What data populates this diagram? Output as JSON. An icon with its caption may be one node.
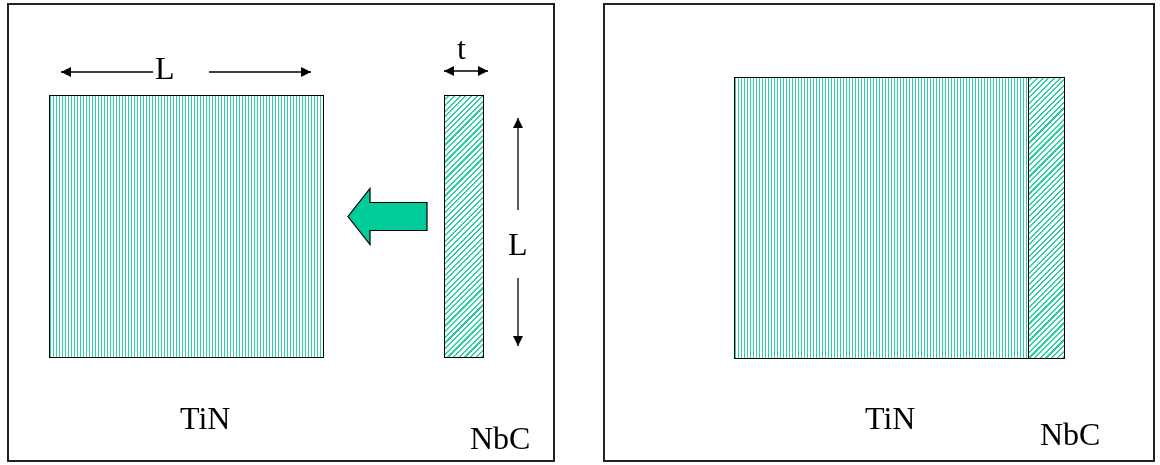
{
  "diagram": {
    "nodes": [
      {
        "text": [],
        "shape": "box"
      },
      {
        "text": [],
        "shape": "box",
        "in": 0,
        "beside": [
          "TiN"
        ]
      },
      {
        "text": [],
        "shape": "bar",
        "in": 0,
        "beside": [
          "NbC"
        ]
      },
      {
        "text": [],
        "shape": "box"
      },
      {
        "text": [],
        "shape": "box",
        "in": 3,
        "beside": [
          "TiN"
        ]
      },
      {
        "text": [],
        "shape": "bar",
        "in": 3,
        "beside": [
          "NbC"
        ]
      }
    ],
    "edges": [
      {
        "from": 2,
        "to": 1,
        "arrow": "to",
        "style": "thick",
        "color": "#00cc99"
      }
    ],
    "labels": [
      "L",
      "t",
      "L"
    ]
  }
}
